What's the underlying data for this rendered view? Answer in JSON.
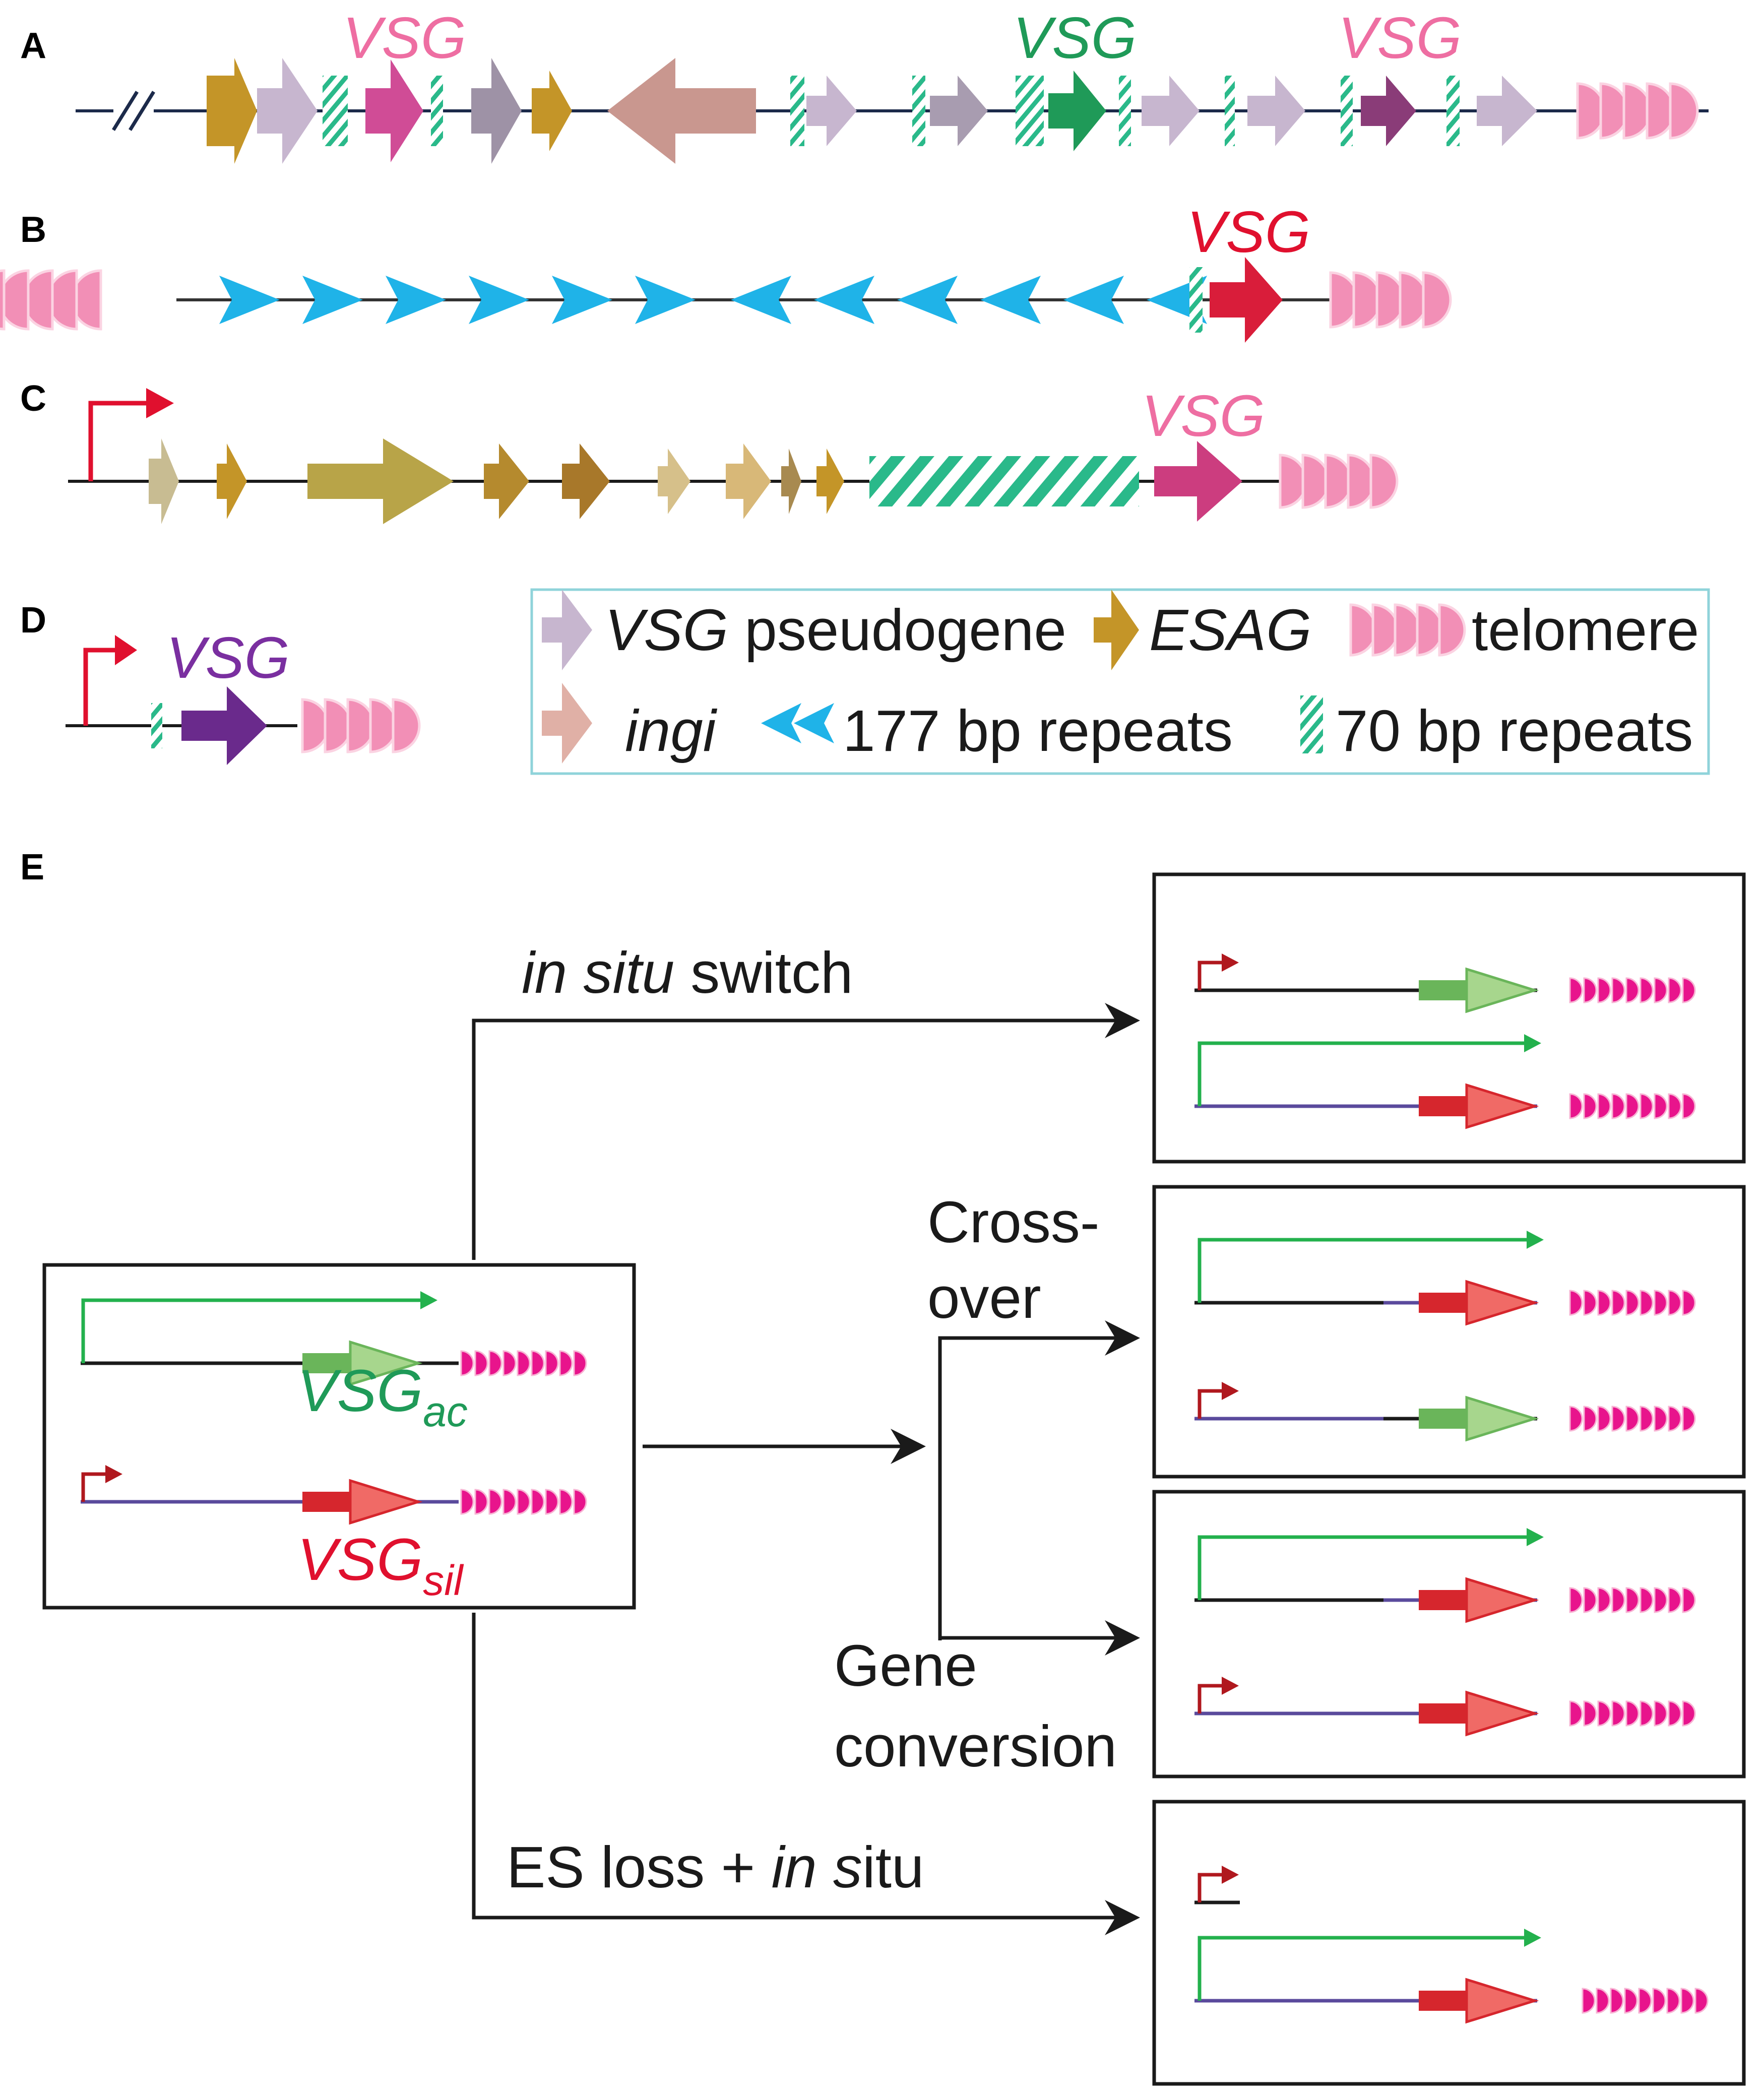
{
  "panels": {
    "a": {
      "label": "A",
      "vsg1": "VSG",
      "vsg2": "VSG",
      "vsg3": "VSG"
    },
    "b": {
      "label": "B",
      "vsg": "VSG"
    },
    "c": {
      "label": "C",
      "vsg": "VSG"
    },
    "d": {
      "label": "D",
      "vsg": "VSG"
    },
    "e": {
      "label": "E",
      "vsg_ac": "VSG",
      "vsg_ac_sub": "ac",
      "vsg_sil": "VSG",
      "vsg_sil_sub": "sil",
      "in_situ_italic": "in situ",
      "in_situ_rest": " switch",
      "crossover_1": "Cross-",
      "crossover_2": "over",
      "gene_conv_1": "Gene",
      "gene_conv_2": "conversion",
      "es_loss_a": "ES loss + ",
      "es_loss_b": "in s",
      "es_loss_c": "itu"
    }
  },
  "legend": {
    "vsg_pseudogene_a": "VSG",
    "vsg_pseudogene_b": " pseudogene",
    "esag": "ESAG",
    "telomere": "telomere",
    "ingi": "ingi",
    "repeats_177": "177 bp repeats",
    "repeats_70": "70 bp repeats"
  },
  "colors": {
    "vsg_label_pink": "#ee6ea2",
    "vsg_label_green": "#1f9a58",
    "vsg_label_red": "#e0102e",
    "vsg_label_purple": "#7a2fa0",
    "vsg_pseudogene": "#c7b6cf",
    "esag": "#c49528",
    "ingi": "#c9978f",
    "telomere": "#f28fb6",
    "telomere_magenta": "#e8148c",
    "repeat_177": "#1fb3e8",
    "repeat_70": "#2ab98a",
    "promoter_red": "#e0102e",
    "promoter_dark_red": "#b0181e",
    "active_green": "#23b14d",
    "silent_purple": "#5a4a9c",
    "legend_border": "#8fd3da"
  }
}
